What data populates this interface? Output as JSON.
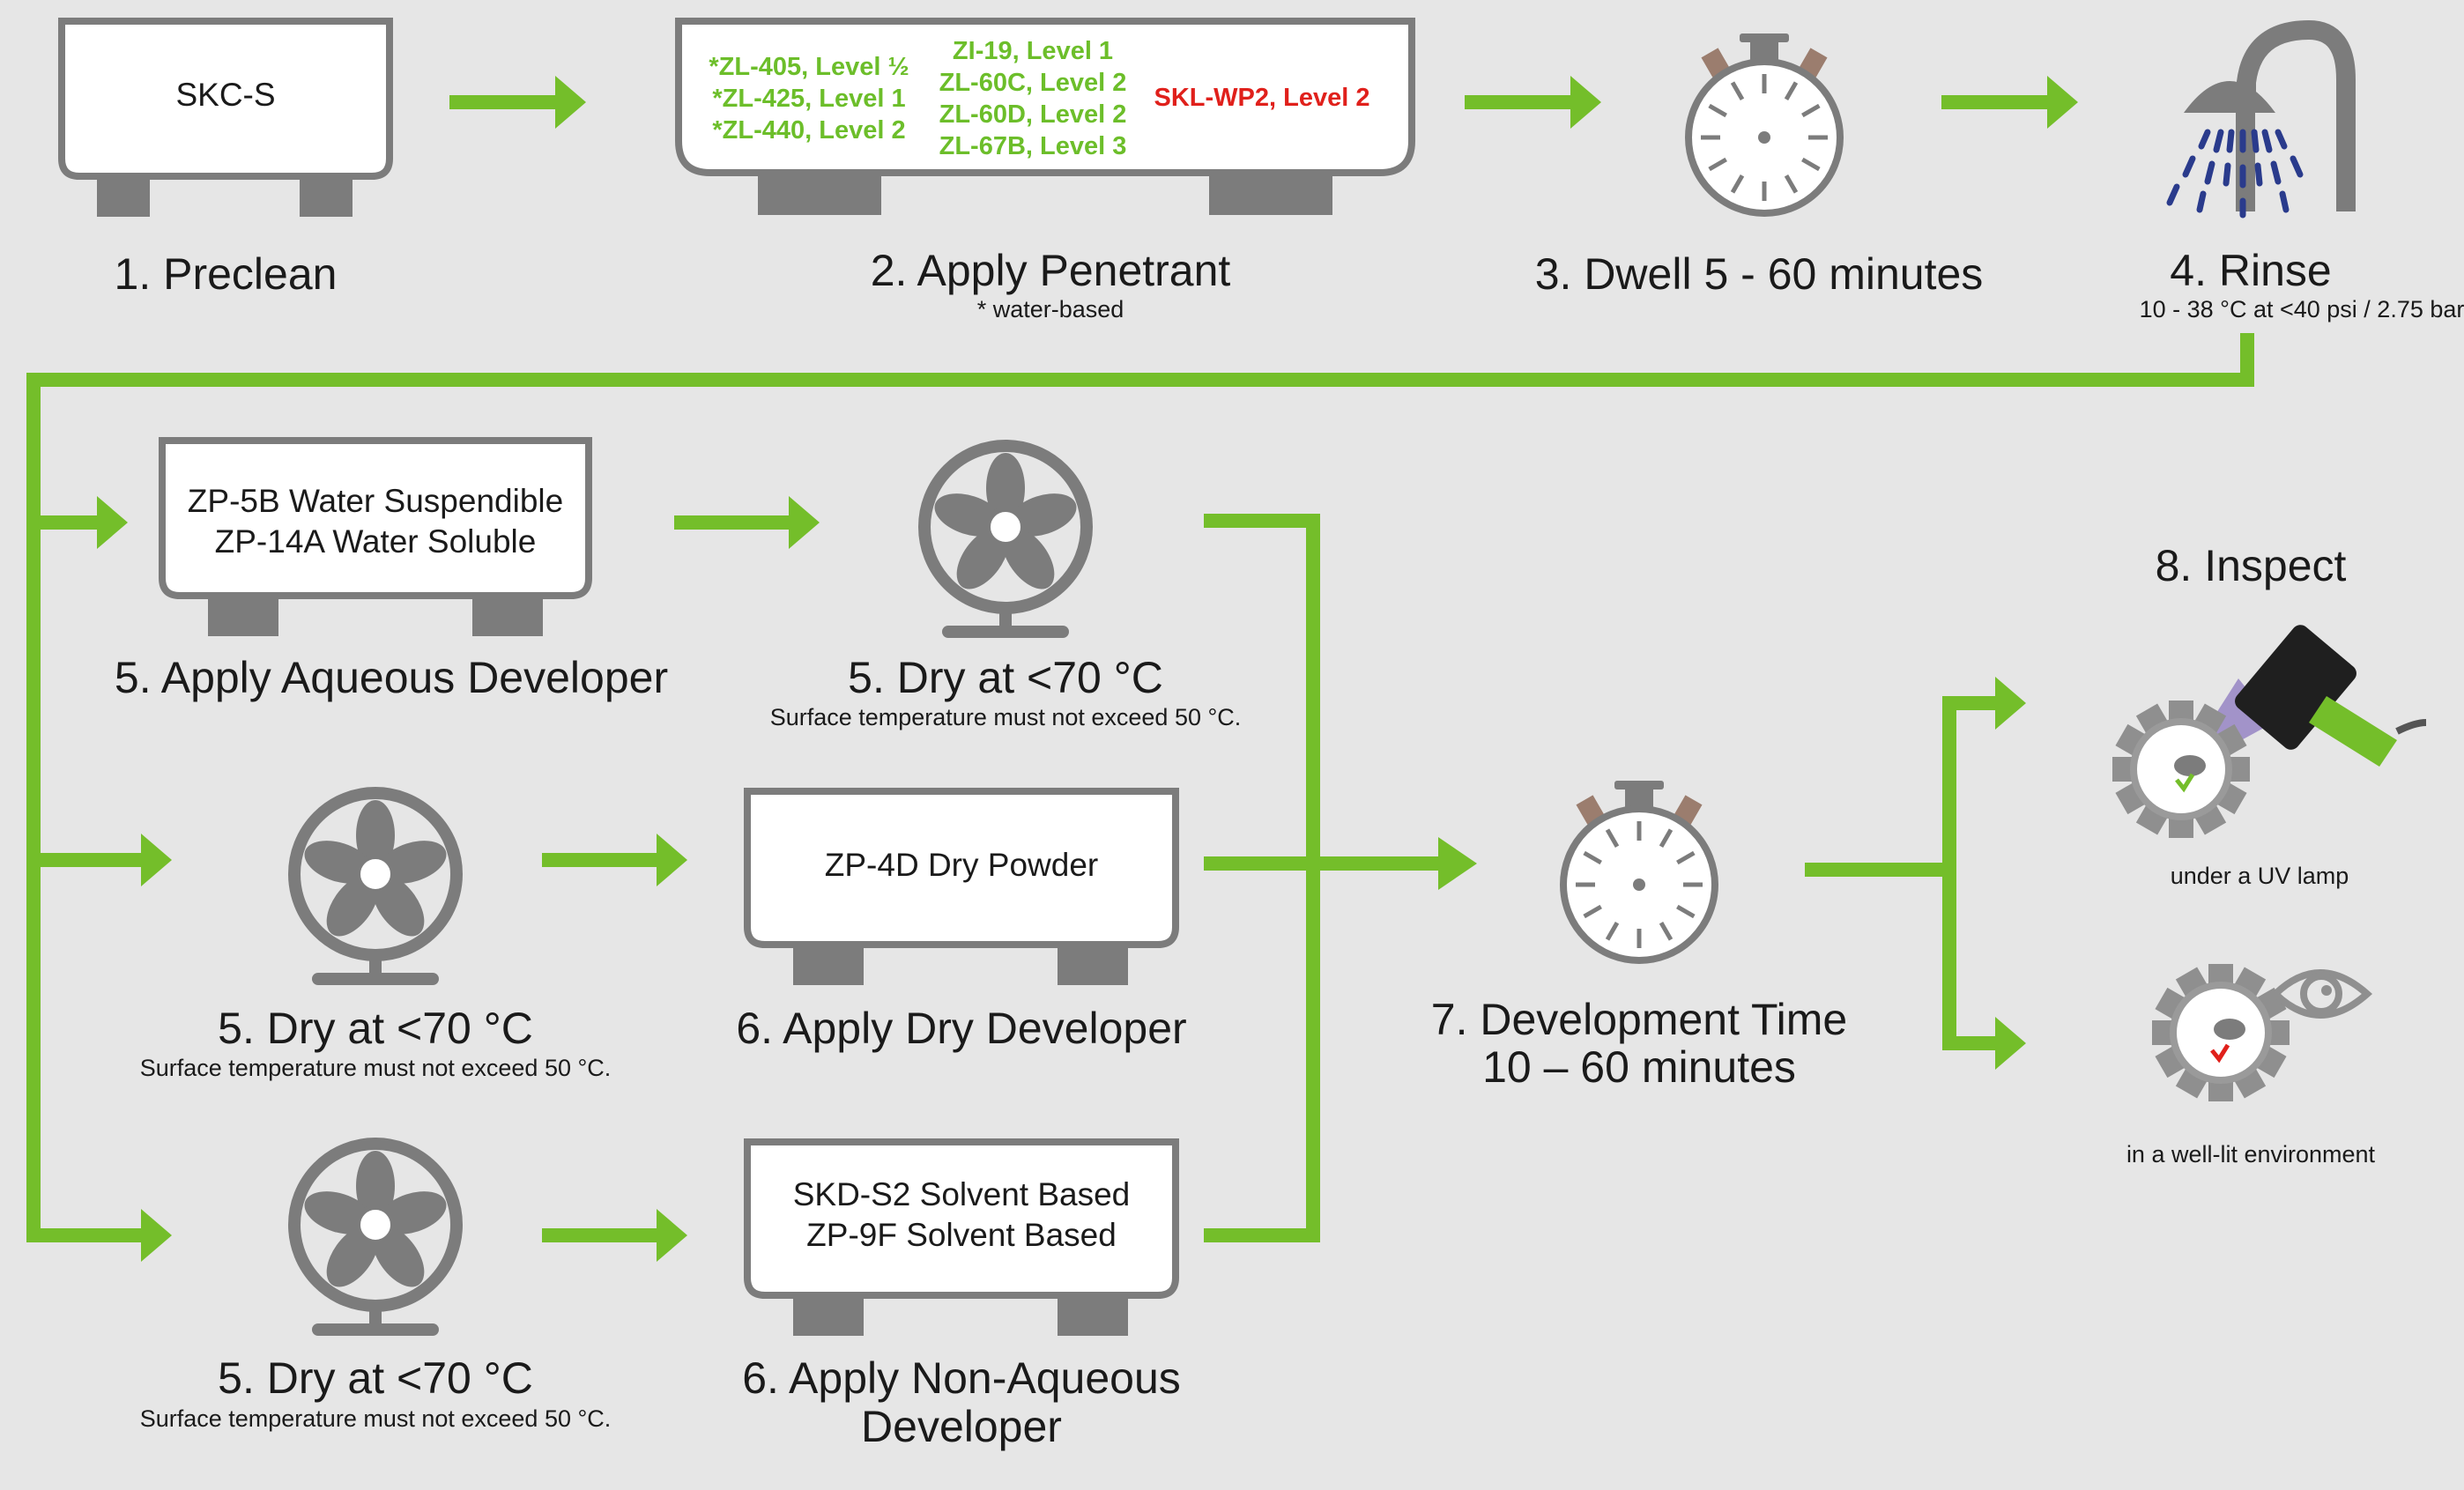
{
  "colors": {
    "accent": "#74be2a",
    "icon": "#7c7c7c",
    "penetrant_green": "#6cbe2a",
    "penetrant_red": "#e0201b",
    "background": "#e6e6e6"
  },
  "steps": {
    "preclean": {
      "box": "SKC-S",
      "label": "1. Preclean"
    },
    "penetrant": {
      "label": "2. Apply Penetrant",
      "note": "* water-based",
      "col1": [
        "*ZL-405, Level ½",
        "*ZL-425, Level 1",
        "*ZL-440, Level 2"
      ],
      "col2": [
        "ZI-19, Level 1",
        "ZL-60C, Level 2",
        "ZL-60D, Level 2",
        "ZL-67B, Level 3"
      ],
      "col3": "SKL-WP2, Level 2"
    },
    "dwell": {
      "label": "3. Dwell 5 - 60 minutes",
      "icon": "stopwatch-icon"
    },
    "rinse": {
      "label": "4. Rinse",
      "note": "10 - 38 °C at <40 psi / 2.75 bar",
      "icon": "shower-icon"
    },
    "aqueous": {
      "box": [
        "ZP-5B Water Suspendible",
        "ZP-14A Water Soluble"
      ],
      "label": "5. Apply Aqueous Developer"
    },
    "dry": {
      "label": "5. Dry at <70 °C",
      "note": "Surface temperature must not exceed 50 °C.",
      "icon": "fan-icon"
    },
    "dry_dev": {
      "box": "ZP-4D Dry Powder",
      "label": "6. Apply Dry Developer"
    },
    "nonaq": {
      "box": [
        "SKD-S2 Solvent Based",
        "ZP-9F Solvent Based"
      ],
      "label": [
        "6. Apply Non-Aqueous",
        "Developer"
      ]
    },
    "dev_time": {
      "label": [
        "7. Development Time",
        "10 – 60 minutes"
      ],
      "icon": "stopwatch-icon"
    },
    "inspect": {
      "label": "8. Inspect",
      "uv": "under a UV lamp",
      "light": "in a well-lit environment",
      "icons": [
        "uv-lamp-icon",
        "gear-icon",
        "eye-icon"
      ]
    }
  }
}
